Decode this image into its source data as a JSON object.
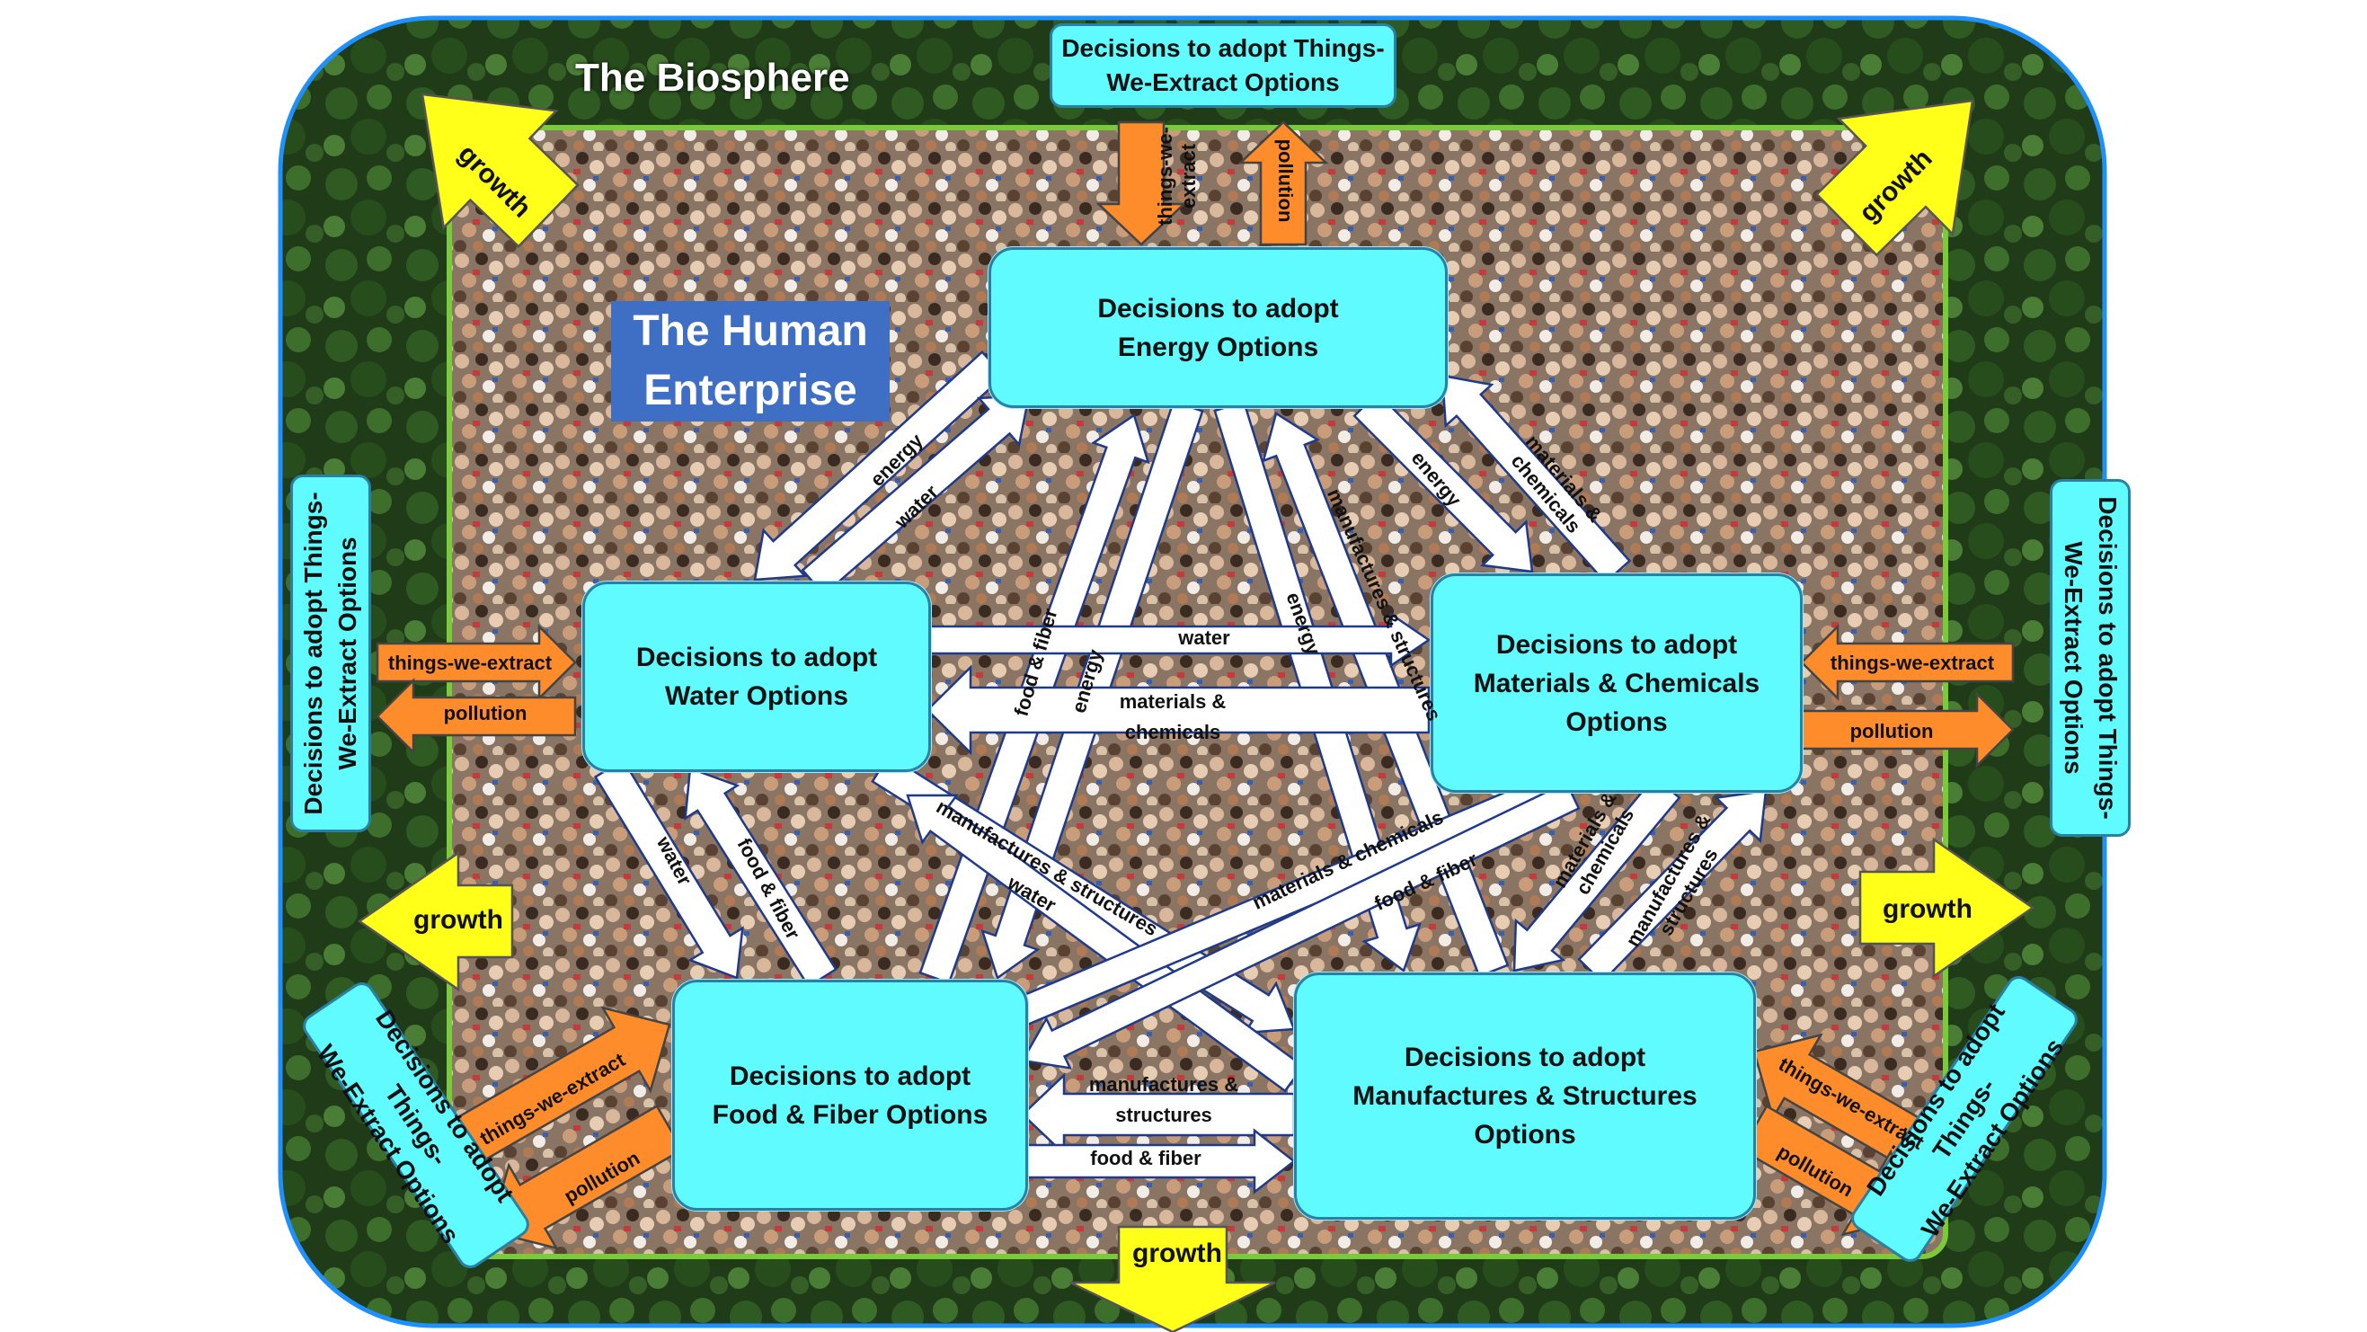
{
  "titles": {
    "biosphere": "The Biosphere",
    "human_enterprise_line1": "The Human",
    "human_enterprise_line2": "Enterprise"
  },
  "nodes": {
    "energy": "Decisions to adopt\nEnergy Options",
    "water": "Decisions to adopt\nWater Options",
    "materials": "Decisions to adopt\nMaterials & Chemicals\nOptions",
    "food": "Decisions to adopt\nFood & Fiber Options",
    "manufactures": "Decisions to adopt\nManufactures & Structures\nOptions"
  },
  "external_decisions": {
    "top": "Decisions to adopt Things-\nWe-Extract Options",
    "left": "Decisions to adopt Things-\nWe-Extract Options",
    "right": "Decisions to adopt Things-\nWe-Extract Options",
    "bottom_left": "Decisions to adopt Things-\nWe-Extract Options",
    "bottom_right": "Decisions to adopt Things-\nWe-Extract Options"
  },
  "flow_labels": {
    "energy": "energy",
    "water": "water",
    "food_fiber": "food & fiber",
    "materials_chemicals": "materials & chemicals",
    "materials_chemicals_wrapped_line1": "materials &",
    "materials_chemicals_wrapped_line2": "chemicals",
    "manufactures_structures": "manufactures & structures",
    "manufactures_structures_wrapped_line1": "manufactures &",
    "manufactures_structures_wrapped_line2": "structures",
    "things_we_extract": "things-we-extract",
    "things_we_extract_top_line1": "things-we-",
    "things_we_extract_top_line2": "extract",
    "pollution": "pollution",
    "growth": "growth"
  },
  "colors": {
    "node_fill": "#5ffbff",
    "node_border": "#2b7fa3",
    "orange_arrow": "#ff8c2a",
    "yellow_arrow": "#ffff1a",
    "white_arrow": "#ffffff",
    "arrow_outline": "#1f3a8a",
    "biosphere_border": "#1e90ff",
    "enterprise_border": "#7acb3a",
    "forest": "#1f3b18",
    "crowd": "#a08872",
    "title_box": "#3f6fc4"
  }
}
